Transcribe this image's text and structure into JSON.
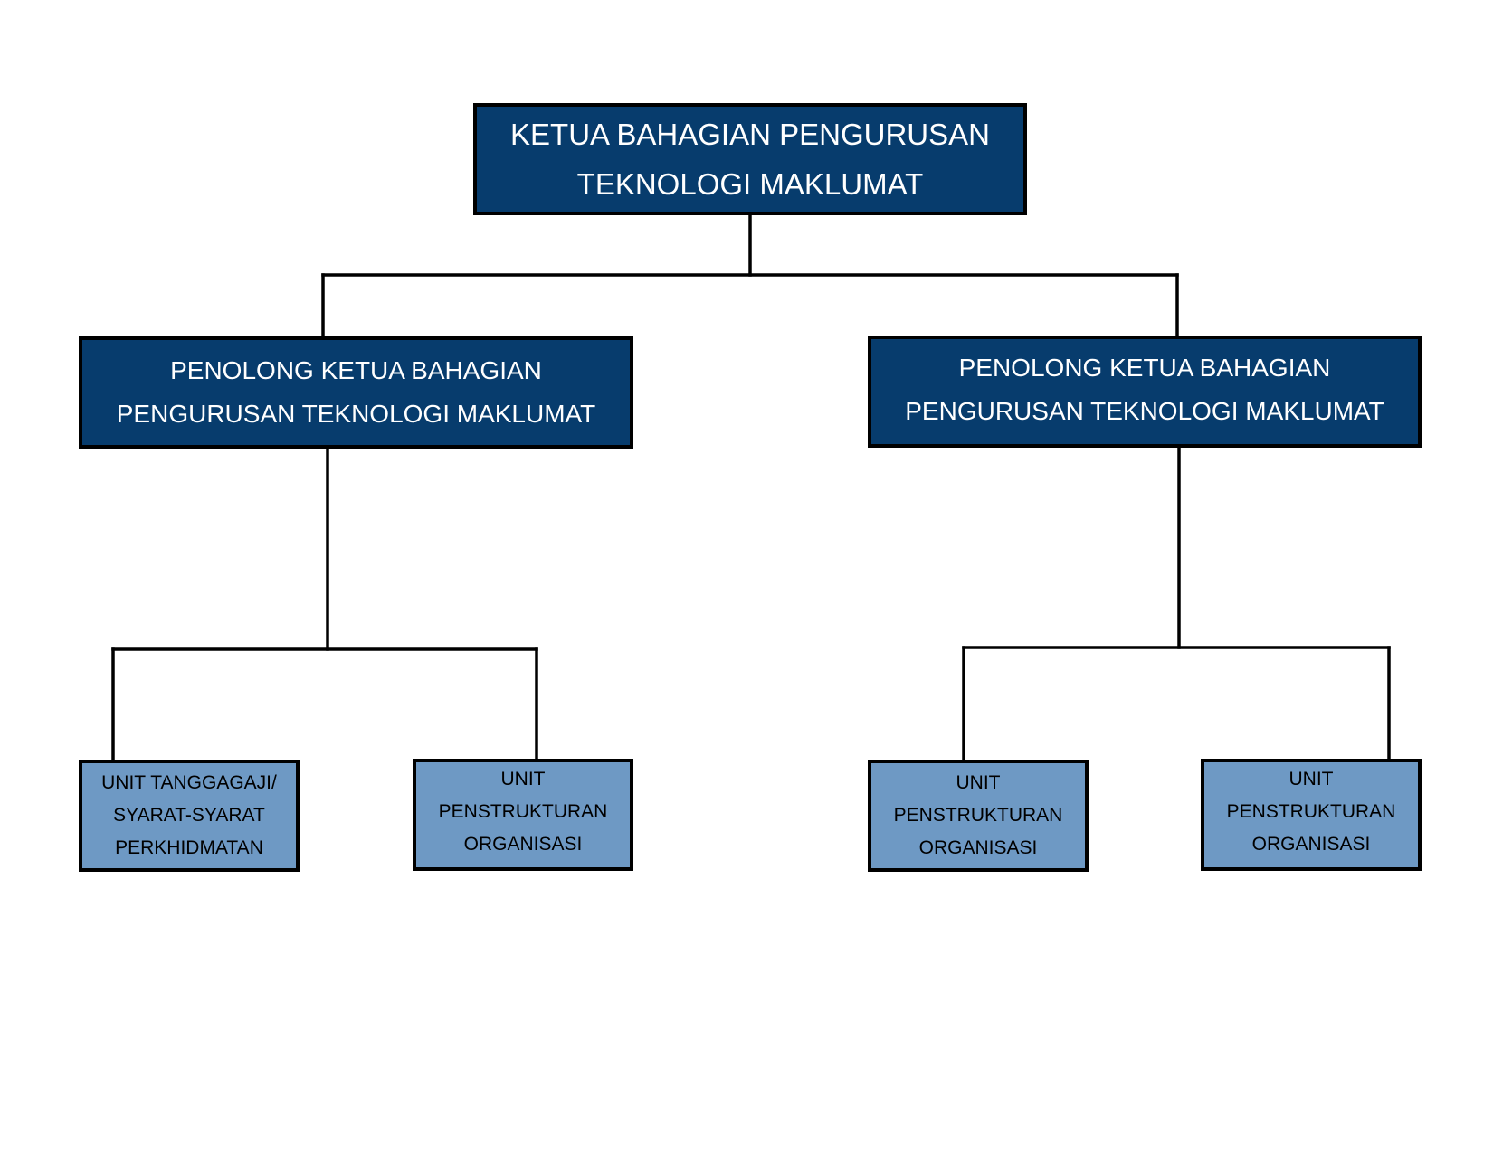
{
  "colors": {
    "dark_box": "#073c6d",
    "light_box": "#6e99c4",
    "border": "#000000",
    "connector": "#000000"
  },
  "head": {
    "lines": [
      "KETUA BAHAGIAN PENGURUSAN",
      "TEKNOLOGI MAKLUMAT"
    ]
  },
  "assistants": [
    {
      "lines": [
        "PENOLONG KETUA BAHAGIAN",
        "PENGURUSAN TEKNOLOGI MAKLUMAT"
      ]
    },
    {
      "lines": [
        "PENOLONG KETUA BAHAGIAN",
        "PENGURUSAN TEKNOLOGI MAKLUMAT"
      ]
    }
  ],
  "units": [
    {
      "lines": [
        "UNIT TANGGAGAJI/",
        "SYARAT-SYARAT",
        "PERKHIDMATAN"
      ]
    },
    {
      "lines": [
        "UNIT",
        "PENSTRUKTURAN",
        "ORGANISASI"
      ]
    },
    {
      "lines": [
        "UNIT",
        "PENSTRUKTURAN",
        "ORGANISASI"
      ]
    },
    {
      "lines": [
        "UNIT",
        "PENSTRUKTURAN",
        "ORGANISASI"
      ]
    }
  ]
}
